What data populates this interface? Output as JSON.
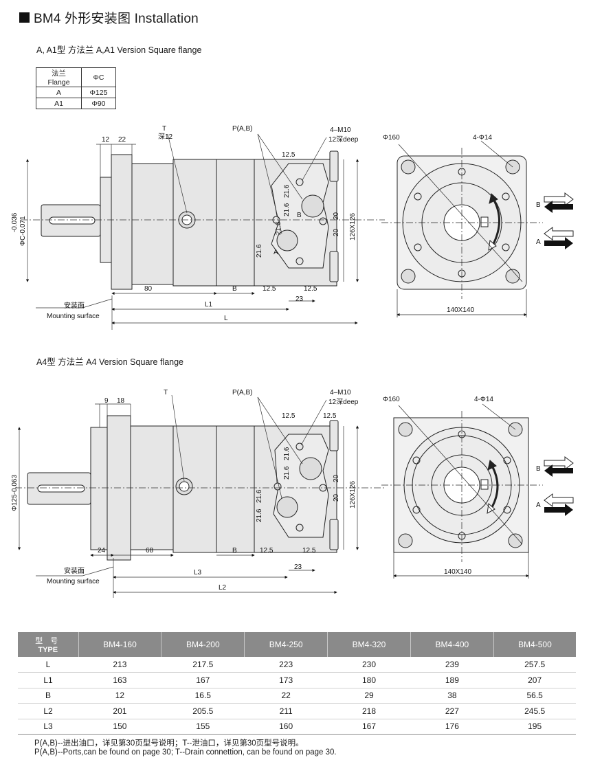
{
  "header": {
    "title": "BM4 外形安装图 Installation"
  },
  "section1": {
    "title": "A, A1型 方法兰  A,A1 Version Square flange"
  },
  "section2": {
    "title": "A4型 方法兰  A4 Version Square flange"
  },
  "flange_table": {
    "headers": [
      "法兰 Flange",
      "ΦC"
    ],
    "rows": [
      [
        "A",
        "Φ125"
      ],
      [
        "A1",
        "Φ90"
      ]
    ]
  },
  "drawing1": {
    "dim_12": "12",
    "dim_22": "22",
    "label_T": "T",
    "label_T_depth": "深12",
    "label_PAB": "P(A,B)",
    "label_4M10": "4–M10",
    "label_12deep": "12深deep",
    "dim_12_5_top": "12.5",
    "dim_21_6_a": "21.6",
    "dim_21_6_b": "21.6",
    "dim_21_6_c": "21.6",
    "dim_21_6_d": "21.6",
    "dim_20_a": "20",
    "dim_20_b": "20",
    "dim_126": "126X126",
    "dim_phiC": "ΦC-0.071",
    "dim_tol": "-0.036",
    "port_B": "B",
    "port_A": "A",
    "dim_80": "80",
    "dim_B": "B",
    "dim_12_5_l": "12.5",
    "dim_12_5_r": "12.5",
    "dim_23": "23",
    "dim_L1": "L1",
    "dim_L": "L",
    "mount_cn": "安装面",
    "mount_en": "Mounting surface"
  },
  "flange_view1": {
    "dia160": "Φ160",
    "holes": "4-Φ14",
    "size": "140X140",
    "arrow_B": "B",
    "arrow_A": "A"
  },
  "drawing2": {
    "dim_9": "9",
    "dim_18": "18",
    "label_T": "T",
    "label_PAB": "P(A,B)",
    "label_4M10": "4–M10",
    "label_12deep": "12深deep",
    "dim_12_5_tl": "12.5",
    "dim_12_5_tr": "12.5",
    "dim_21_6_a": "21.6",
    "dim_21_6_b": "21.6",
    "dim_21_6_c": "21.6",
    "dim_21_6_d": "21.6",
    "dim_20_a": "20",
    "dim_20_b": "20",
    "dim_126": "126X126",
    "dim_phi125": "Φ125-0.063",
    "dim_24": "24",
    "dim_68": "68",
    "dim_B": "B",
    "dim_12_5_l": "12.5",
    "dim_12_5_r": "12.5",
    "dim_23": "23",
    "dim_L3": "L3",
    "dim_L2": "L2",
    "mount_cn": "安装面",
    "mount_en": "Mounting surface"
  },
  "flange_view2": {
    "dia160": "Φ160",
    "holes": "4-Φ14",
    "size": "140X140",
    "arrow_B": "B",
    "arrow_A": "A"
  },
  "main_table": {
    "header_cn": "型  号",
    "header_en": "TYPE",
    "columns": [
      "BM4-160",
      "BM4-200",
      "BM4-250",
      "BM4-320",
      "BM4-400",
      "BM4-500"
    ],
    "rows": [
      {
        "label": "L",
        "values": [
          "213",
          "217.5",
          "223",
          "230",
          "239",
          "257.5"
        ]
      },
      {
        "label": "L1",
        "values": [
          "163",
          "167",
          "173",
          "180",
          "189",
          "207"
        ]
      },
      {
        "label": "B",
        "values": [
          "12",
          "16.5",
          "22",
          "29",
          "38",
          "56.5"
        ]
      },
      {
        "label": "L2",
        "values": [
          "201",
          "205.5",
          "211",
          "218",
          "227",
          "245.5"
        ]
      },
      {
        "label": "L3",
        "values": [
          "150",
          "155",
          "160",
          "167",
          "176",
          "195"
        ]
      }
    ]
  },
  "notes": {
    "cn": "P(A,B)--进出油口，详见第30页型号说明；T--泄油口，详见第30页型号说明。",
    "en": "P(A,B)--Ports,can be found on page 30; T--Drain connettion, can be found on page 30."
  }
}
